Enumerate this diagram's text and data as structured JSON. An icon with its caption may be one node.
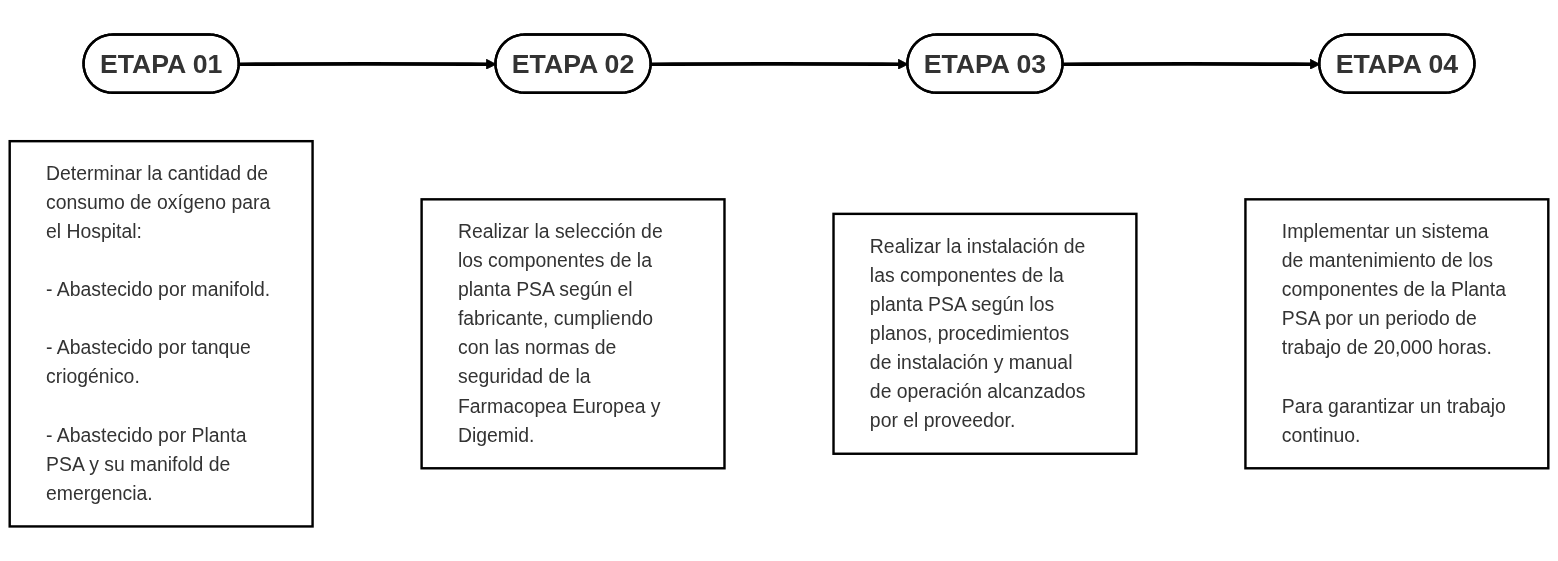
{
  "diagram": {
    "nodes": [
      {
        "text": [
          "ETAPA 01"
        ]
      },
      {
        "text": [
          "Determinar la cantidad de consumo de oxígeno para el Hospital:",
          "- Abastecido por manifold.",
          "- Abastecido por tanque criogénico.",
          "- Abastecido por Planta PSA y su manifold de emergencia."
        ]
      },
      {
        "text": [
          "ETAPA 02"
        ]
      },
      {
        "text": [
          "Realizar la selección de los componentes de la planta PSA según el fabricante, cumpliendo con las normas de seguridad de la Farmacopea Europea y Digemid."
        ]
      },
      {
        "text": [
          "ETAPA 03"
        ]
      },
      {
        "text": [
          "Realizar la instalación de las componentes de la planta PSA según los planos, procedimientos de instalación y manual de operación alcanzados por el proveedor."
        ]
      },
      {
        "text": [
          "ETAPA 04"
        ]
      },
      {
        "text": [
          "Implementar un sistema de mantenimiento de los componentes de la Planta PSA por un periodo de trabajo de 20,000 horas.",
          "Para garantizar un trabajo continuo."
        ]
      }
    ],
    "edges": [
      {
        "from": 0,
        "to": 2,
        "arrow": "to"
      },
      {
        "from": 2,
        "to": 4,
        "arrow": "to"
      },
      {
        "from": 4,
        "to": 6,
        "arrow": "to"
      }
    ]
  }
}
